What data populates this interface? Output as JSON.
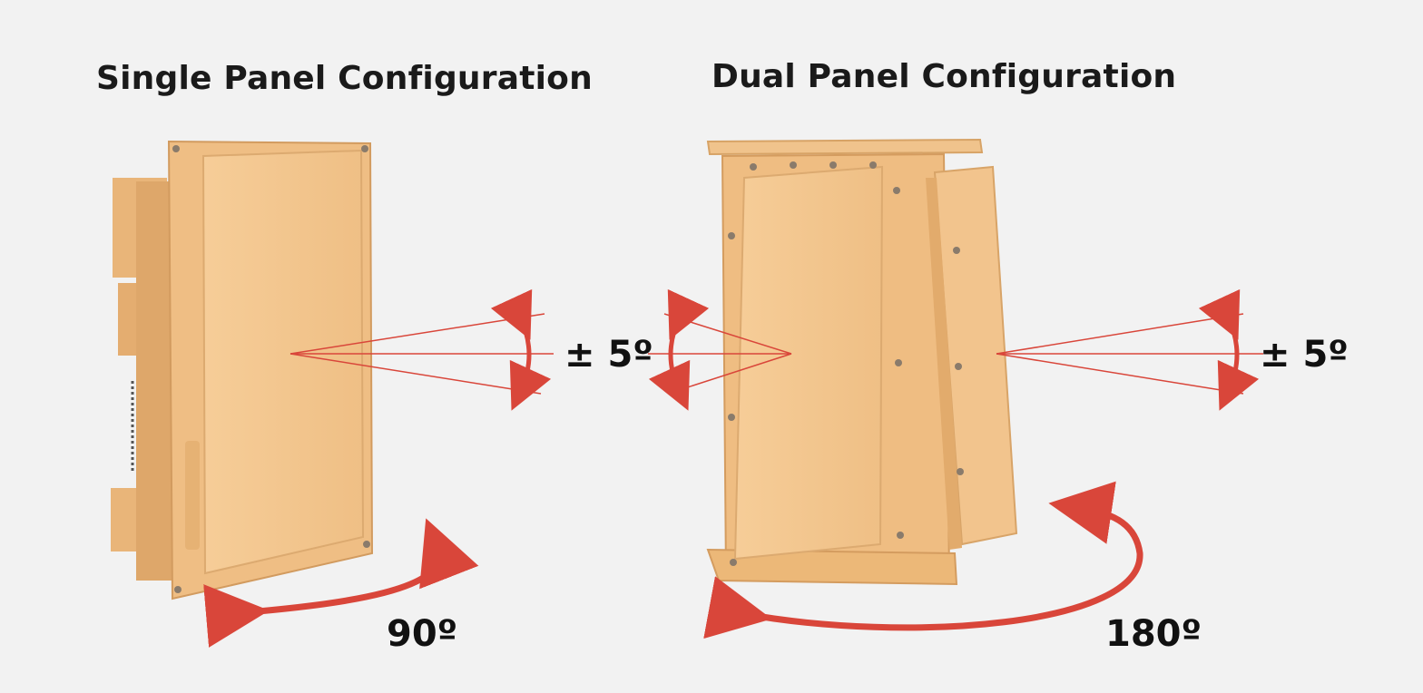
{
  "single": {
    "title": "Single Panel Configuration",
    "tilt_label": "± 5º",
    "rotation_label": "90º"
  },
  "dual": {
    "title": "Dual Panel Configuration",
    "tilt_label": "± 5º",
    "rotation_label": "180º"
  },
  "colors": {
    "background": "#f2f2f2",
    "arrow": "#d9463a",
    "panel": "#f3c690",
    "panel_shadow": "#d9a66c",
    "text": "#111111"
  }
}
